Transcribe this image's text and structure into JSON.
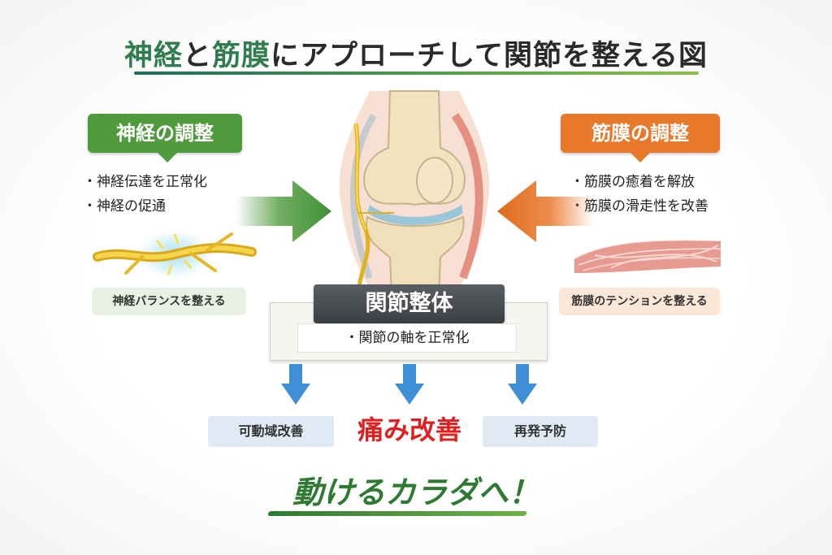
{
  "title": {
    "part1_highlight": "神経",
    "part2": "と",
    "part3_highlight": "筋膜",
    "part4": "にアプローチして",
    "part5": "関節",
    "part6": "を",
    "part7": "整える図"
  },
  "nerve": {
    "tag": "神経の調整",
    "bullets": [
      "・神経伝達を正常化",
      "・神経の促通"
    ],
    "pill": "神経バランスを整える",
    "color": "#4f9a3c"
  },
  "fascia": {
    "tag": "筋膜の調整",
    "bullets": [
      "・筋膜の癒着を解放",
      "・筋膜の滑走性を改善"
    ],
    "pill": "筋膜のテンションを整える",
    "color": "#e8792b"
  },
  "center": {
    "tag": "関節整体",
    "bullet": "・関節の軸を正常化"
  },
  "outcomes": [
    "可動域改善",
    "痛み改善",
    "再発予防"
  ],
  "tagline": "動けるカラダへ！"
}
